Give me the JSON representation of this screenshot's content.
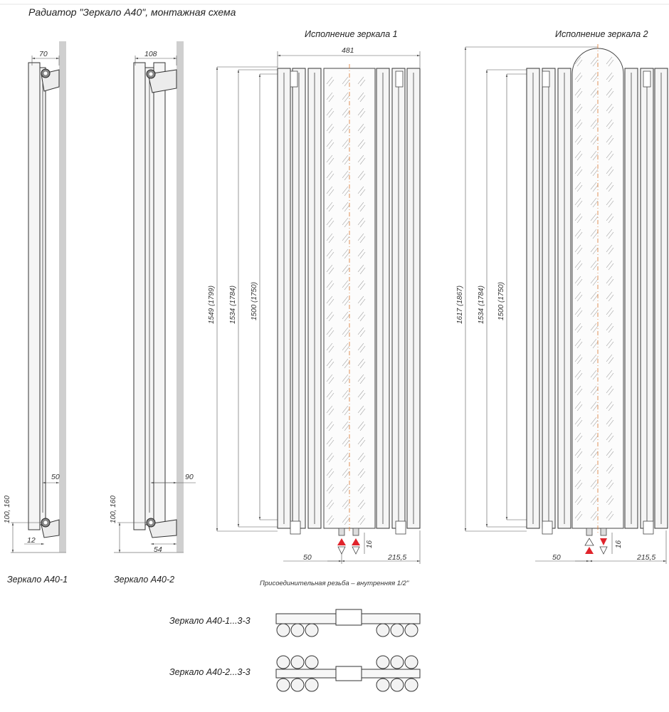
{
  "title": "Радиатор \"Зеркало А40\",  монтажная схема",
  "side_views": {
    "a40_1": {
      "width_dim": "70",
      "bracket_dim": "50",
      "offset_dim": "12",
      "height_dim": "100, 160",
      "caption": "Зеркало А40-1"
    },
    "a40_2": {
      "width_dim": "108",
      "bracket_dim": "90",
      "offset_dim": "54",
      "height_dim": "100, 160",
      "caption": "Зеркало А40-2"
    }
  },
  "front_views": {
    "v1": {
      "title": "Исполнение зеркала 1",
      "width_dim": "481",
      "h_outer": "1549 (1799)",
      "h_mid": "1534 (1784)",
      "h_inner": "1500 (1750)",
      "left_dim": "50",
      "right_dim": "215,5",
      "pipe_dim": "16"
    },
    "v2": {
      "title": "Исполнение зеркала 2",
      "h_outer": "1617 (1867)",
      "h_mid": "1534 (1784)",
      "h_inner": "1500 (1750)",
      "left_dim": "50",
      "right_dim": "215,5",
      "pipe_dim": "16"
    }
  },
  "thread_note": "Присоединительная резьба – внутренняя 1/2\"",
  "sections": {
    "s1_label": "Зеркало А40-1...3-3",
    "s2_label": "Зеркало А40-2...3-3"
  },
  "colors": {
    "inlet_arrow": "#e0242c",
    "centerline": "#d9772e",
    "wall": "#c8c8c8",
    "glass_hatch": "#9a9a9a"
  }
}
